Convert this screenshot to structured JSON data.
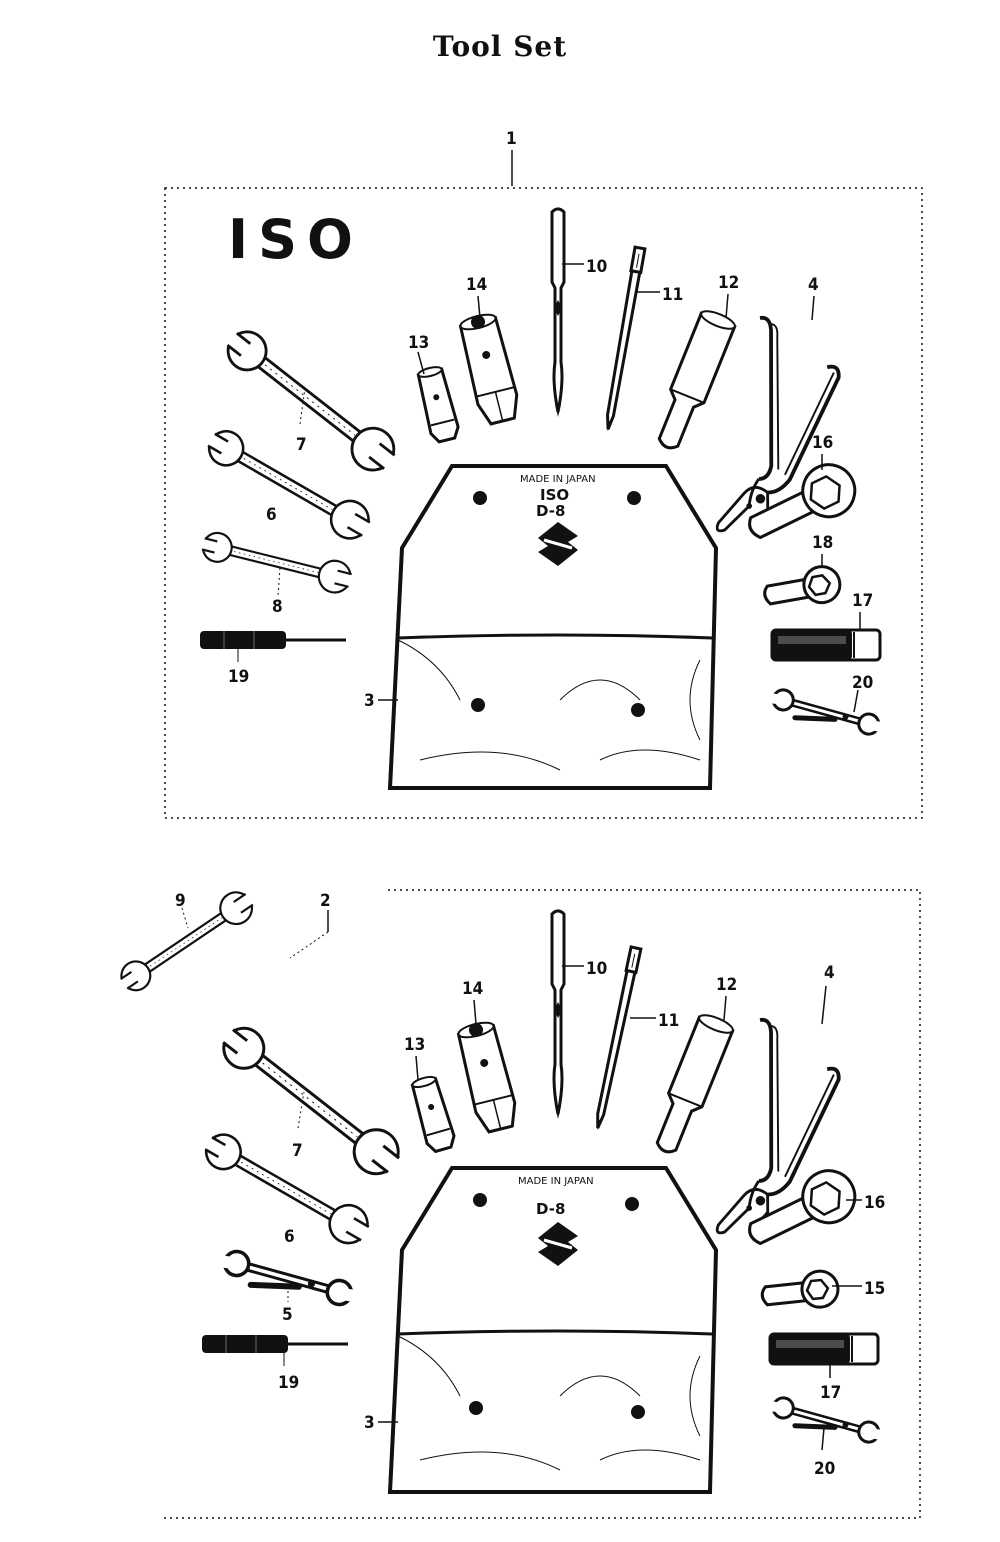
{
  "page": {
    "title": "Tool Set"
  },
  "top_set": {
    "ref": "1",
    "badge": "ISO",
    "pouch": {
      "stamp_small": "MADE IN JAPAN",
      "stamp_mid": "ISO",
      "stamp_code": "D-8"
    },
    "callouts": {
      "wrench_large": "7",
      "wrench_medium": "6",
      "wrench_small": "8",
      "screwdriver": "19",
      "pouch": "3",
      "driver_long": "10",
      "driver_bit": "11",
      "socket_small": "13",
      "socket_large": "14",
      "handle": "12",
      "pliers": "4",
      "ring_large": "16",
      "ring_small": "18",
      "extension": "17",
      "spanner_small": "20"
    }
  },
  "bottom_set": {
    "ref": "2",
    "pouch": {
      "stamp_small": "MADE IN JAPAN",
      "stamp_code": "D-8"
    },
    "callouts": {
      "wrench_extra": "9",
      "wrench_large": "7",
      "wrench_medium": "6",
      "wrench_small": "5",
      "screwdriver": "19",
      "pouch": "3",
      "driver_long": "10",
      "driver_bit": "11",
      "socket_small": "13",
      "socket_large": "14",
      "handle": "12",
      "pliers": "4",
      "ring_large": "16",
      "ring_small": "15",
      "extension": "17",
      "spanner_small": "20"
    }
  },
  "colors": {
    "ink": "#111111",
    "paper": "#ffffff"
  }
}
